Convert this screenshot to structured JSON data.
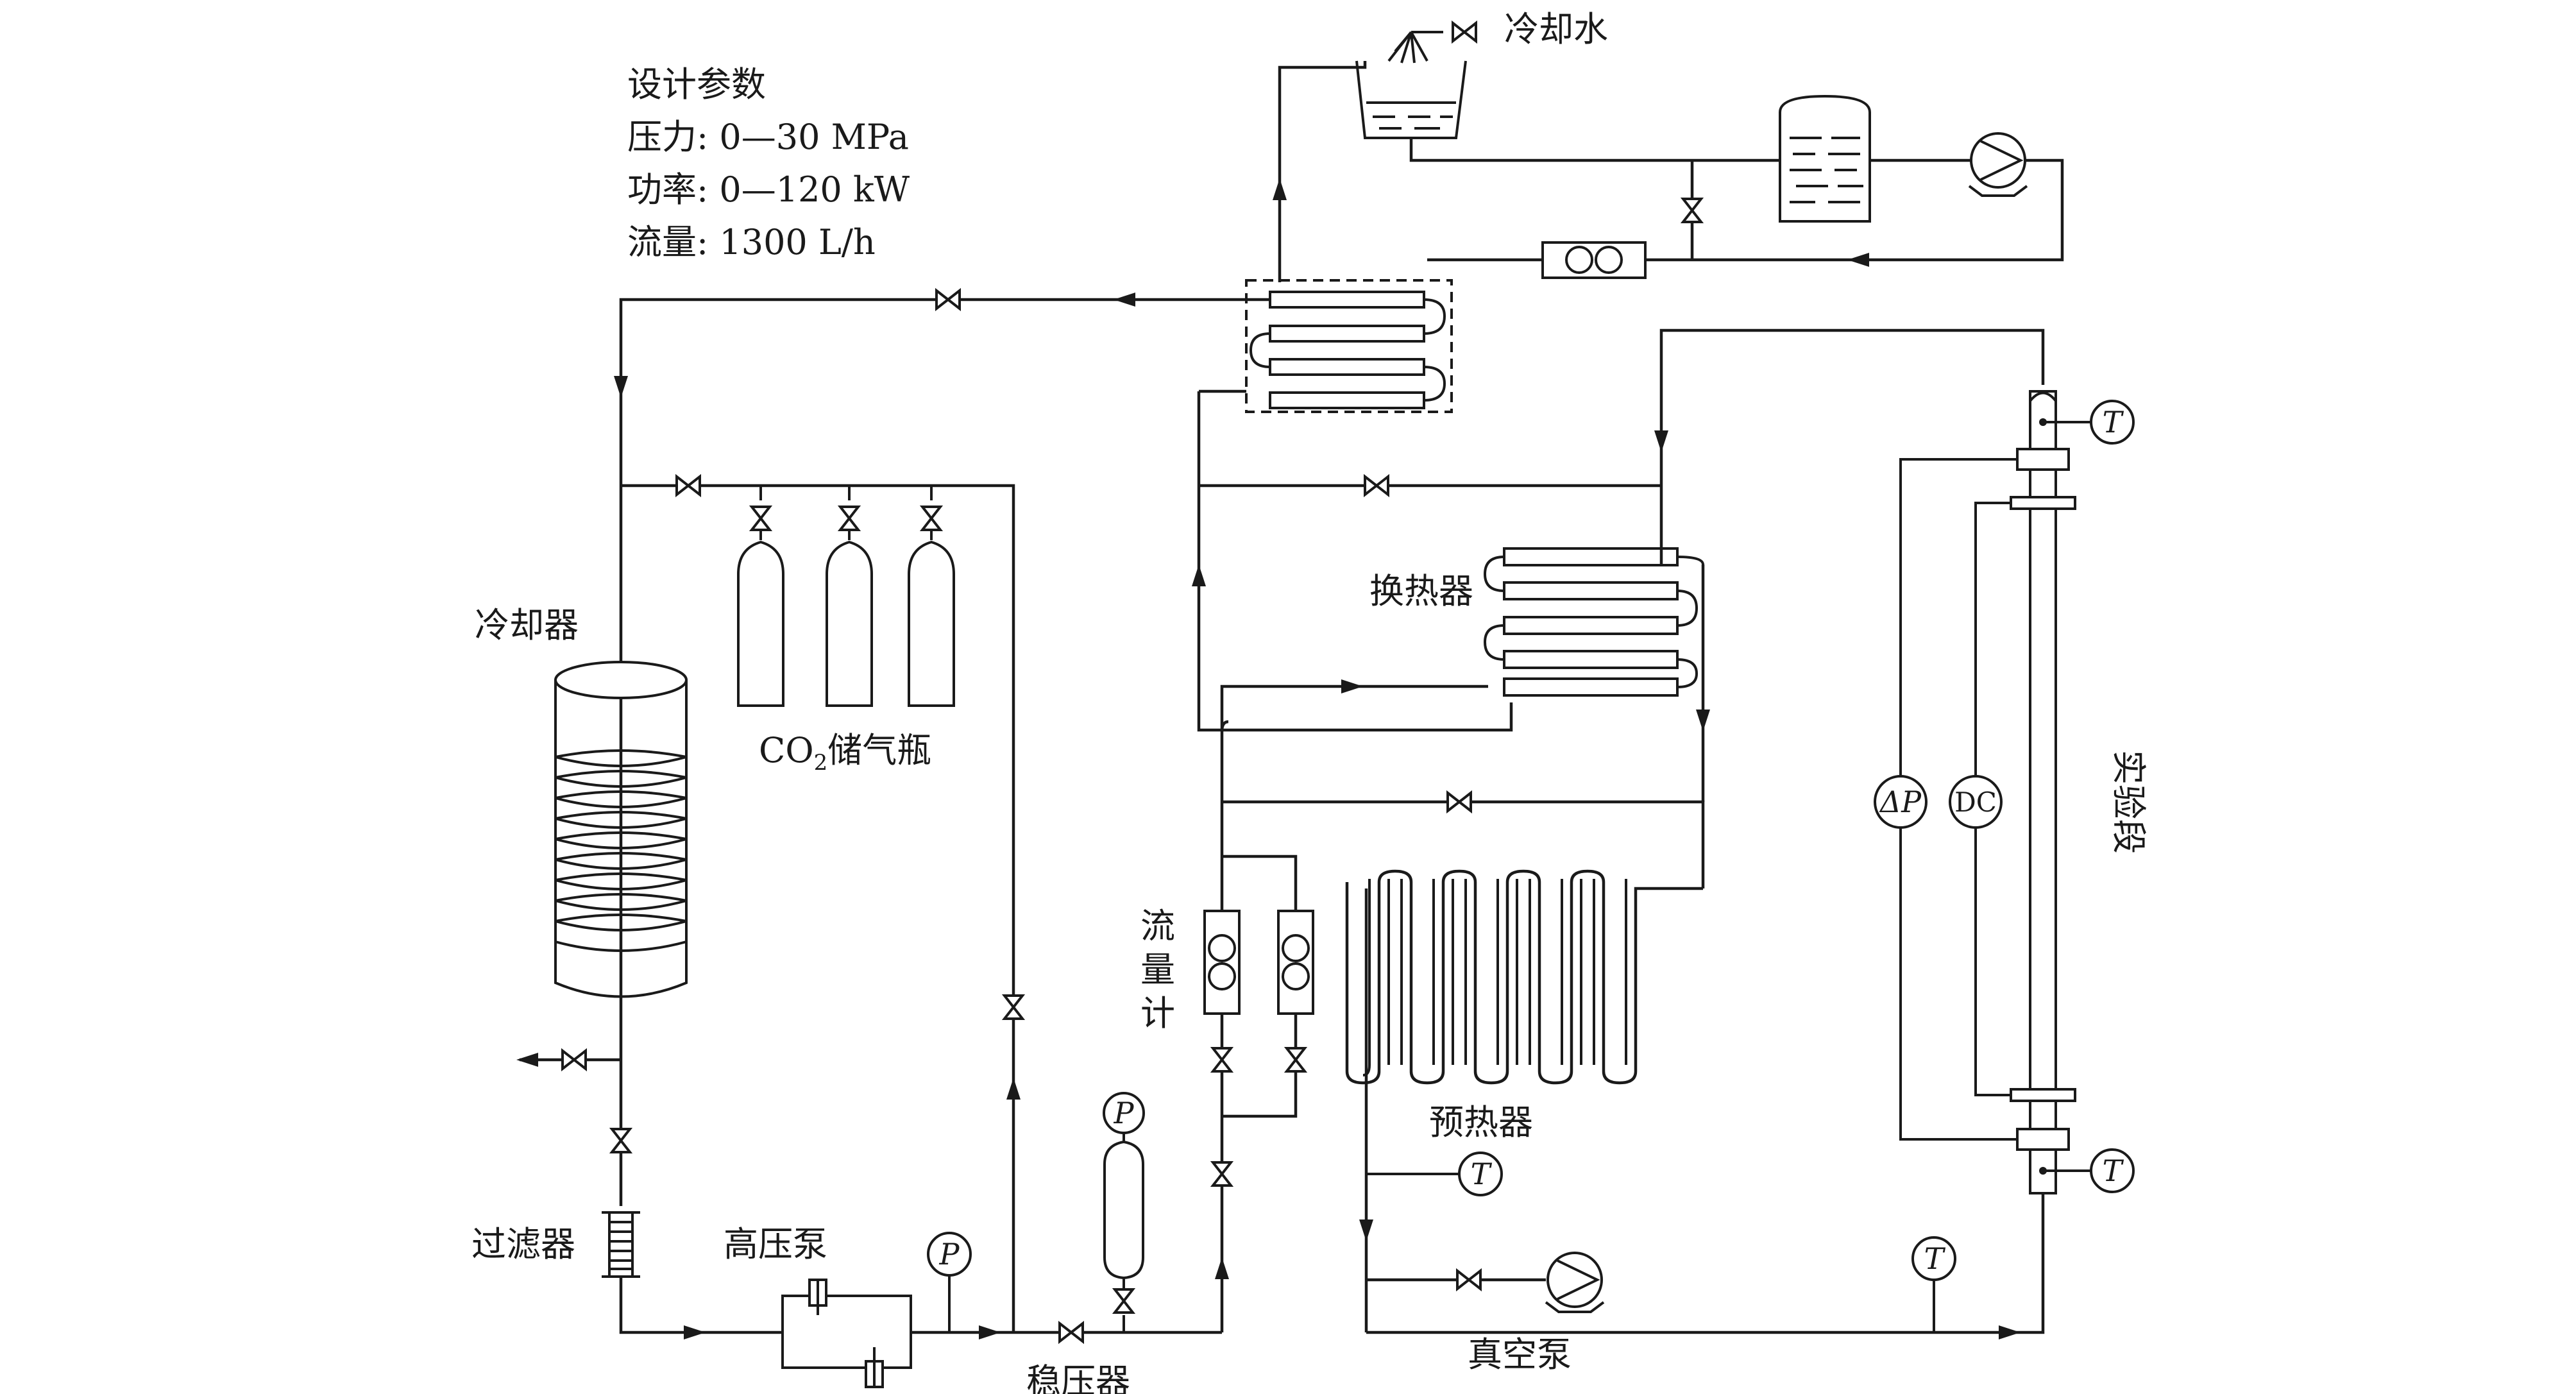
{
  "design_params": {
    "title": "设计参数",
    "pressure": "压力: 0—30 MPa",
    "power": "功率: 0—120 kW",
    "flow": "流量: 1300 L/h"
  },
  "labels": {
    "cooling_water": "冷却水",
    "cooler": "冷却器",
    "co2_prefix": "CO",
    "co2_sub": "2",
    "co2_suffix": "储气瓶",
    "heat_exchanger": "换热器",
    "flowmeter_1": "流",
    "flowmeter_2": "量",
    "flowmeter_3": "计",
    "preheater": "预热器",
    "filter": "过滤器",
    "high_pressure_pump": "高压泵",
    "stabilizer": "稳压器",
    "vacuum_pump": "真空泵",
    "test_section": "实验段"
  },
  "instruments": {
    "temperature": "T",
    "pressure": "P",
    "delta_p": "ΔP",
    "dc": "DC"
  }
}
